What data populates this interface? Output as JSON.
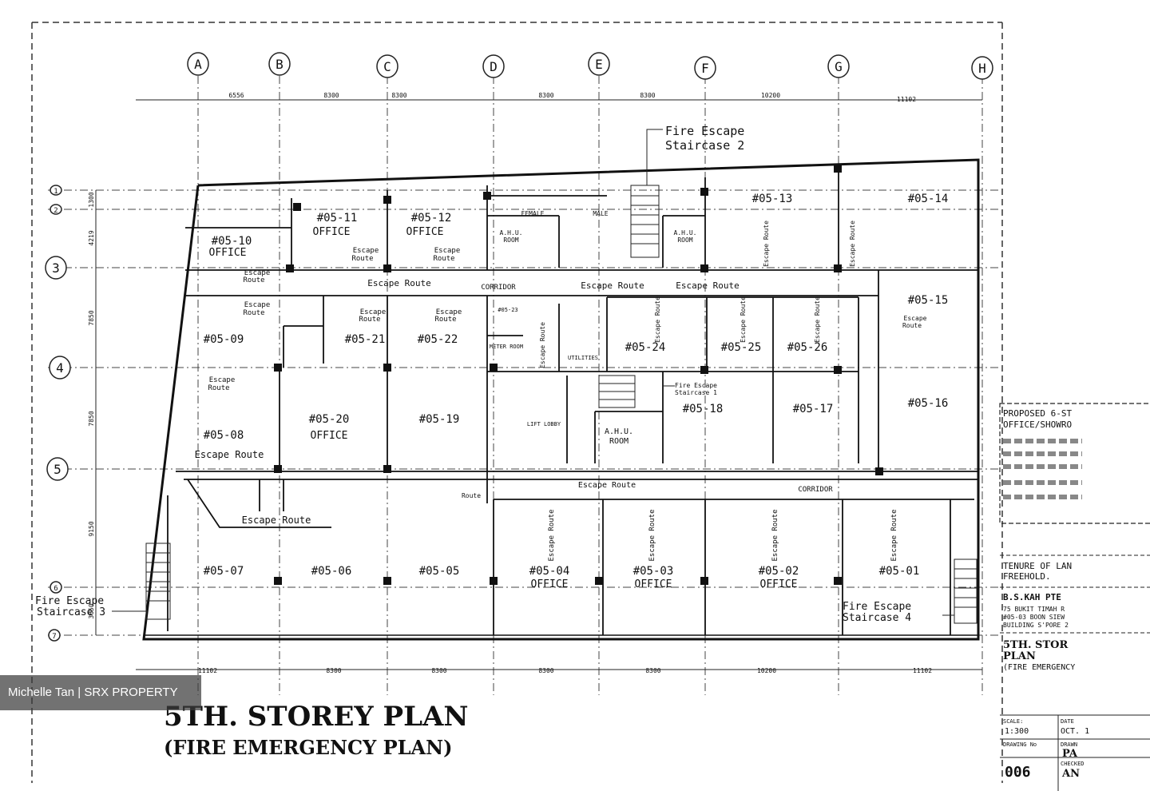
{
  "grid_columns": [
    "A",
    "B",
    "C",
    "D",
    "E",
    "F",
    "G",
    "H"
  ],
  "grid_rows": [
    "1",
    "2",
    "3",
    "4",
    "5",
    "6",
    "7"
  ],
  "top_dimensions": [
    "6556",
    "8300",
    "8300",
    "8300",
    "8300",
    "10200",
    "11102"
  ],
  "bottom_dimensions": [
    "11102",
    "8300",
    "8300",
    "8300",
    "8300",
    "10200",
    "11102"
  ],
  "left_dimensions": [
    "1300",
    "4219",
    "7850",
    "7850",
    "9150",
    "3650"
  ],
  "units": [
    {
      "id": "#05-01",
      "use": ""
    },
    {
      "id": "#05-02",
      "use": "OFFICE"
    },
    {
      "id": "#05-03",
      "use": "OFFICE"
    },
    {
      "id": "#05-04",
      "use": "OFFICE"
    },
    {
      "id": "#05-05",
      "use": ""
    },
    {
      "id": "#05-06",
      "use": ""
    },
    {
      "id": "#05-07",
      "use": ""
    },
    {
      "id": "#05-08",
      "use": ""
    },
    {
      "id": "#05-09",
      "use": ""
    },
    {
      "id": "#05-10",
      "use": "OFFICE"
    },
    {
      "id": "#05-11",
      "use": "OFFICE"
    },
    {
      "id": "#05-12",
      "use": "OFFICE"
    },
    {
      "id": "#05-13",
      "use": ""
    },
    {
      "id": "#05-14",
      "use": ""
    },
    {
      "id": "#05-15",
      "use": ""
    },
    {
      "id": "#05-16",
      "use": ""
    },
    {
      "id": "#05-17",
      "use": ""
    },
    {
      "id": "#05-18",
      "use": ""
    },
    {
      "id": "#05-19",
      "use": ""
    },
    {
      "id": "#05-20",
      "use": "OFFICE"
    },
    {
      "id": "#05-21",
      "use": ""
    },
    {
      "id": "#05-22",
      "use": ""
    },
    {
      "id": "#05-23",
      "use": ""
    },
    {
      "id": "#05-24",
      "use": ""
    },
    {
      "id": "#05-25",
      "use": ""
    },
    {
      "id": "#05-26",
      "use": ""
    }
  ],
  "labels": {
    "escape_route": "Escape Route",
    "escape": "Escape",
    "route": "Route",
    "corridor": "CORRIDOR",
    "female": "FEMALE",
    "male": "MALE",
    "ahu": "A.H.U.",
    "room": "ROOM",
    "meter_room": "METER ROOM",
    "utilities": "UTILITIES",
    "lift_lobby": "LIFT LOBBY",
    "fire_escape": "Fire Escape",
    "staircase_1": "Staircase 1",
    "staircase_2": "Staircase 2",
    "staircase_3": "Staircase 3",
    "staircase_4": "Staircase 4"
  },
  "title": {
    "main": "5TH. STOREY PLAN",
    "sub": "(FIRE EMERGENCY PLAN)"
  },
  "title_block": {
    "project_line1": "PROPOSED 6-ST",
    "project_line2": "OFFICE/SHOWRO",
    "tenure_line1": "TENURE OF LAN",
    "tenure_line2": "FREEHOLD.",
    "owner_line1": "B.S.KAH PTE",
    "owner_line2": "75 BUKIT TIMAH R",
    "owner_line3": "#05-03 BOON SIEW",
    "owner_line4": "BUILDING S'PORE 2",
    "sheet_line1": "5TH. STOR",
    "sheet_line2": "PLAN",
    "sheet_line3": "(FIRE EMERGENCY",
    "scale_label": "SCALE:",
    "scale_value": "1:300",
    "date_label": "DATE",
    "date_value": "OCT. 1",
    "drawing_no_label": "DRAWING No",
    "drawing_no_value": "006",
    "drawn_label": "DRAWN",
    "drawn_value": "PA",
    "checked_label": "CHECKED",
    "checked_value": "AN"
  },
  "watermark": "Michelle Tan | SRX PROPERTY"
}
